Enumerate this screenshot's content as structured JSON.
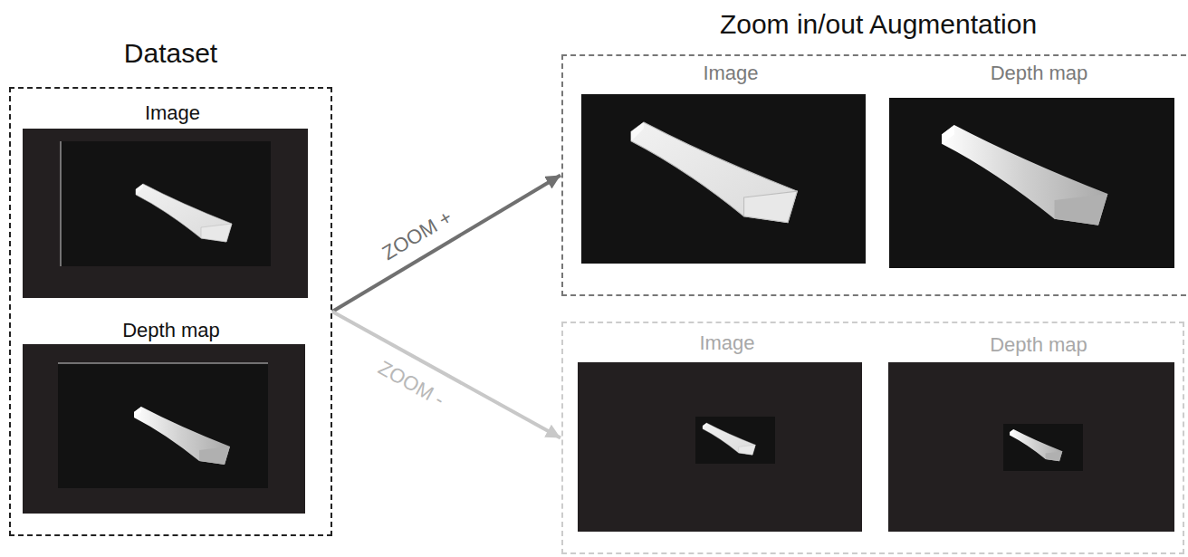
{
  "diagram": {
    "nodes": [
      {
        "text": [
          "Dataset"
        ]
      },
      {
        "text": [
          "Image"
        ],
        "in": 0
      },
      {
        "text": [
          "Depth map"
        ],
        "in": 0
      },
      {
        "text": [
          "Zoom in/out Augmentation"
        ]
      },
      {
        "text": [
          "Image"
        ],
        "in": 3
      },
      {
        "text": [
          "Depth map"
        ],
        "in": 3
      },
      {
        "text": []
      },
      {
        "text": [
          "Image"
        ],
        "in": 6
      },
      {
        "text": [
          "Depth map"
        ],
        "in": 6
      }
    ],
    "edges": [
      {
        "from": 0,
        "to": 3,
        "label": "ZOOM +",
        "arrow": "to"
      },
      {
        "from": 0,
        "to": 6,
        "label": "ZOOM -",
        "arrow": "to"
      }
    ]
  }
}
